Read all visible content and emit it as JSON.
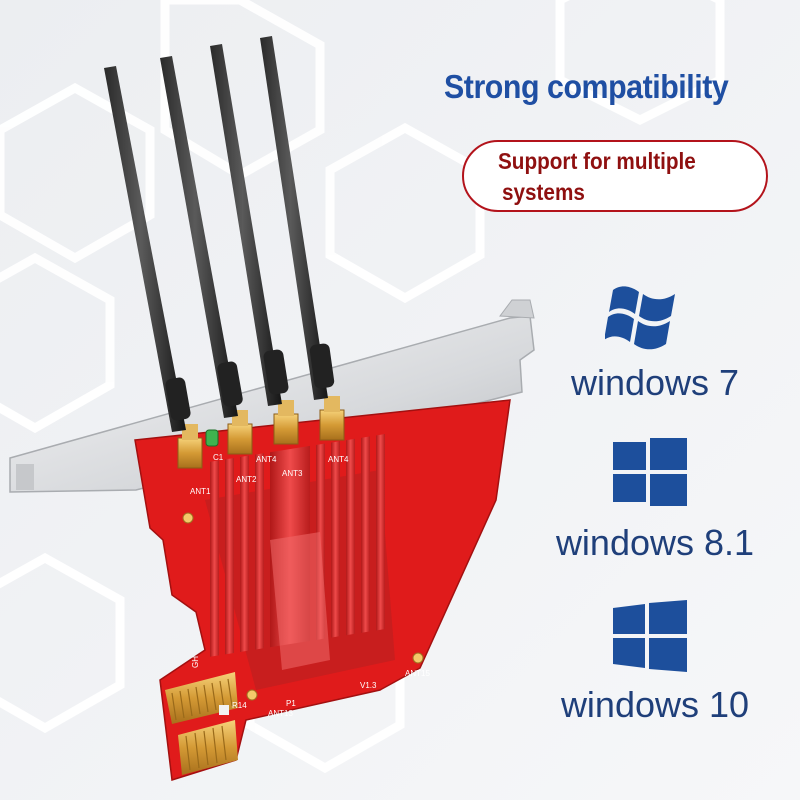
{
  "headline": "Strong compatibility",
  "callout": {
    "line1": "Support for multiple",
    "line2": "systems"
  },
  "os_list": [
    {
      "label": "windows 7",
      "icon": "windows-7-flag-logo-icon"
    },
    {
      "label": "windows 8.1",
      "icon": "windows-8-logo-icon"
    },
    {
      "label": "windows 10",
      "icon": "windows-10-logo-icon"
    }
  ],
  "card": {
    "antenna_count": 4,
    "silkscreen": [
      "ANT1",
      "C1",
      "ANT2",
      "ANT4",
      "ANT3",
      "ANT4",
      "V1.3",
      "ANT15",
      "ANT13",
      "R14",
      "P1",
      "GH"
    ]
  },
  "colors": {
    "headline": "#1f4fa3",
    "callout_text": "#8f1010",
    "callout_border": "#b3131b",
    "os_blue": "#1d4f9c",
    "pcb_red": "#e01b1b",
    "heatsink_red": "#d92525",
    "gold": "#d9a441"
  }
}
